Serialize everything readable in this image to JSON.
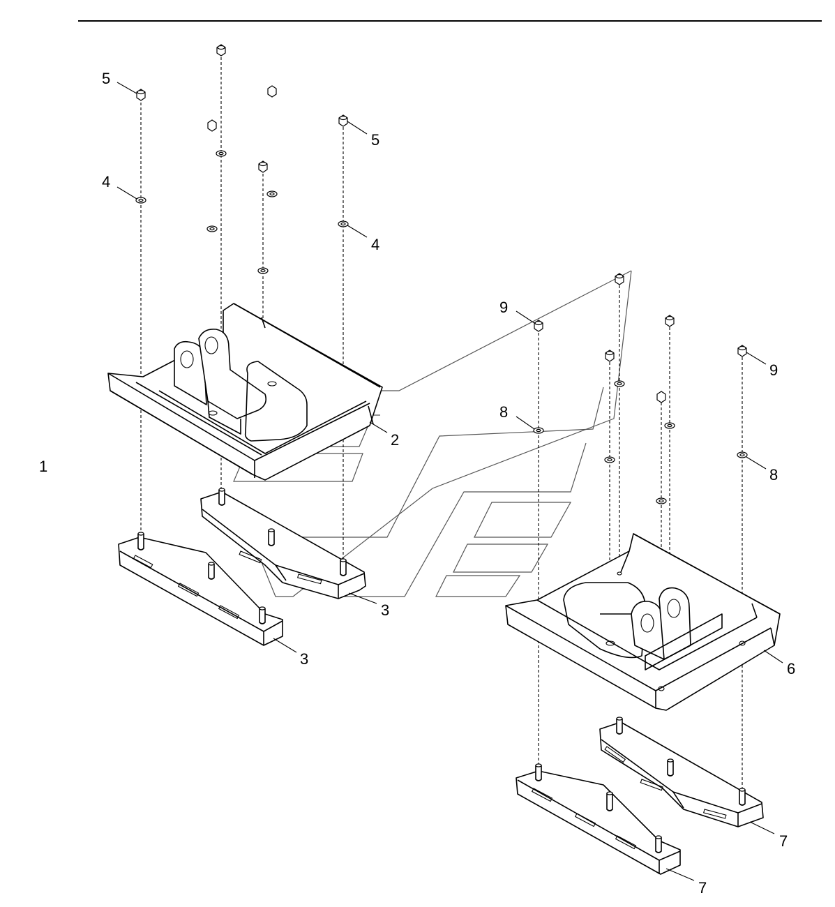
{
  "callouts": {
    "c1": "1",
    "c2": "2",
    "c3a": "3",
    "c3b": "3",
    "c4a": "4",
    "c4b": "4",
    "c5a": "5",
    "c5b": "5",
    "c6": "6",
    "c7a": "7",
    "c7b": "7",
    "c8a": "8",
    "c8b": "8",
    "c9a": "9",
    "c9b": "9"
  }
}
